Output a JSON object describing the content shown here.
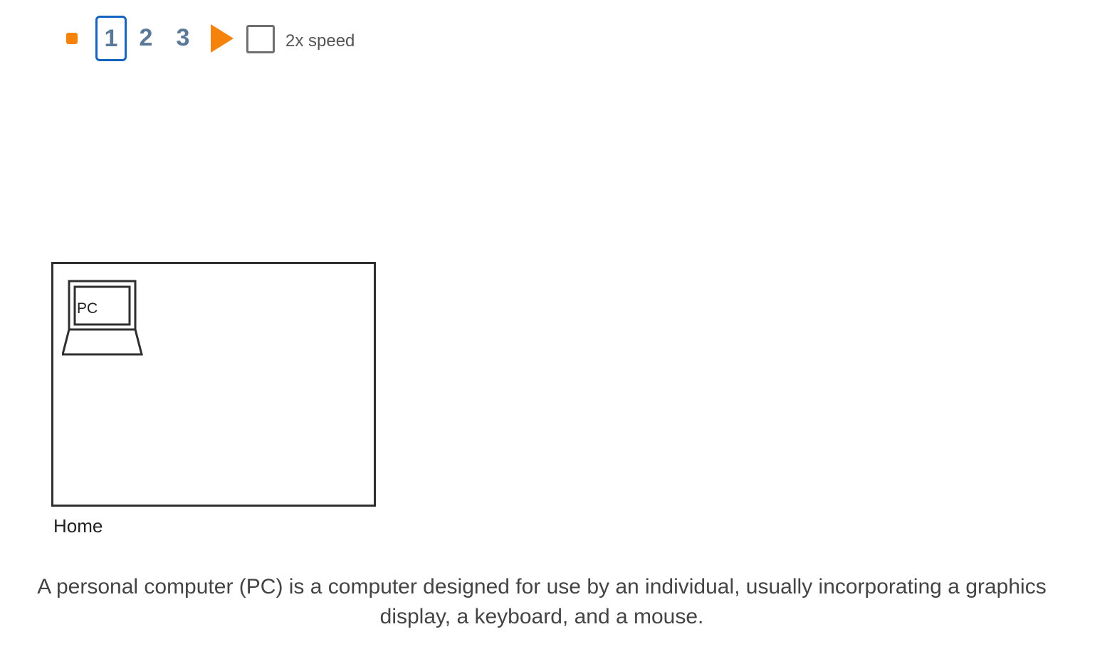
{
  "controls": {
    "stop_color": "#f5820b",
    "steps": [
      {
        "label": "1",
        "selected": true
      },
      {
        "label": "2",
        "selected": false
      },
      {
        "label": "3",
        "selected": false
      }
    ],
    "play_color": "#f5820b",
    "speed_checkbox_checked": false,
    "speed_label": "2x speed"
  },
  "diagram": {
    "device_label": "PC",
    "container_label": "Home"
  },
  "description": "A personal computer (PC) is a computer designed for use by an individual, usually incorporating a graphics display, a keyboard, and a mouse."
}
